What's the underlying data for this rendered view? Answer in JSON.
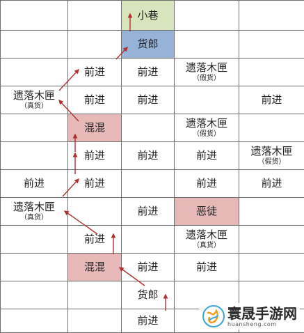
{
  "grid": {
    "rows": 12,
    "cols": 5,
    "cells": [
      {
        "row": 0,
        "col": 2,
        "label": "小巷",
        "color": "green"
      },
      {
        "row": 1,
        "col": 2,
        "label": "货郎",
        "color": "blue"
      },
      {
        "row": 2,
        "col": 1,
        "label": "前进"
      },
      {
        "row": 2,
        "col": 2,
        "label": "前进"
      },
      {
        "row": 2,
        "col": 3,
        "label": "遗落木匣",
        "note": "（假货）"
      },
      {
        "row": 3,
        "col": 0,
        "label": "遗落木匣",
        "note": "（真货）"
      },
      {
        "row": 3,
        "col": 1,
        "label": "前进"
      },
      {
        "row": 3,
        "col": 2,
        "label": "前进"
      },
      {
        "row": 3,
        "col": 4,
        "label": "前进"
      },
      {
        "row": 4,
        "col": 1,
        "label": "混混",
        "color": "red"
      },
      {
        "row": 4,
        "col": 3,
        "label": "遗落木匣",
        "note": "（假货）"
      },
      {
        "row": 5,
        "col": 1,
        "label": "前进"
      },
      {
        "row": 5,
        "col": 2,
        "label": "前进"
      },
      {
        "row": 5,
        "col": 3,
        "label": "前进"
      },
      {
        "row": 5,
        "col": 4,
        "label": "遗落木匣",
        "note": "（假货）"
      },
      {
        "row": 6,
        "col": 0,
        "label": "前进"
      },
      {
        "row": 6,
        "col": 1,
        "label": "前进"
      },
      {
        "row": 6,
        "col": 3,
        "label": "前进"
      },
      {
        "row": 6,
        "col": 4,
        "label": "前进"
      },
      {
        "row": 7,
        "col": 0,
        "label": "遗落木匣",
        "note": "（真货）"
      },
      {
        "row": 7,
        "col": 2,
        "label": "前进"
      },
      {
        "row": 7,
        "col": 3,
        "label": "恶徒",
        "color": "red"
      },
      {
        "row": 8,
        "col": 1,
        "label": "前进"
      },
      {
        "row": 8,
        "col": 3,
        "label": "遗落木匣",
        "note": "（真货）"
      },
      {
        "row": 9,
        "col": 1,
        "label": "混混",
        "color": "red"
      },
      {
        "row": 9,
        "col": 2,
        "label": "前进"
      },
      {
        "row": 9,
        "col": 3,
        "label": "前进"
      },
      {
        "row": 10,
        "col": 2,
        "label": "货郎"
      },
      {
        "row": 11,
        "col": 2,
        "label": "前进"
      }
    ]
  },
  "colors": {
    "green": "#d8e4bc",
    "blue": "#95b3d7",
    "red": "#e6b9b8",
    "arrow": "#b03030",
    "grid_line": "#6e6e6e"
  },
  "watermark": {
    "text": "寰晟手游网",
    "url": "huansheng.com"
  }
}
